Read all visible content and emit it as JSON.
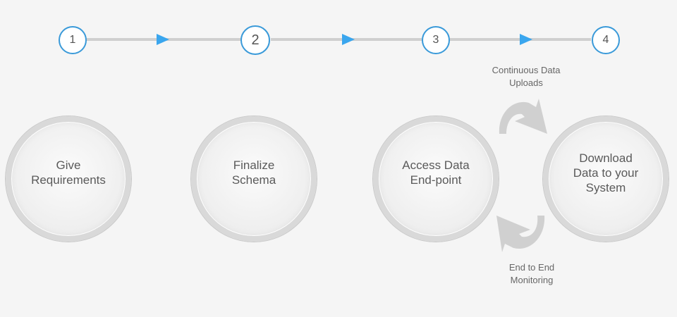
{
  "steps": [
    {
      "number": "1"
    },
    {
      "number": "2"
    },
    {
      "number": "3"
    },
    {
      "number": "4"
    }
  ],
  "stages": [
    {
      "label": "Give\nRequirements"
    },
    {
      "label": "Finalize\nSchema"
    },
    {
      "label": "Access Data\nEnd-point"
    },
    {
      "label": "Download\nData to your\nSystem"
    }
  ],
  "cycle": {
    "top_label": "Continuous Data\nUploads",
    "bottom_label": "End to End\nMonitoring"
  },
  "colors": {
    "step_border": "#3a9ad9",
    "arrow": "#3aa6ee",
    "track": "#cfcfcf",
    "cycle_arrow": "#d0d0d0"
  }
}
